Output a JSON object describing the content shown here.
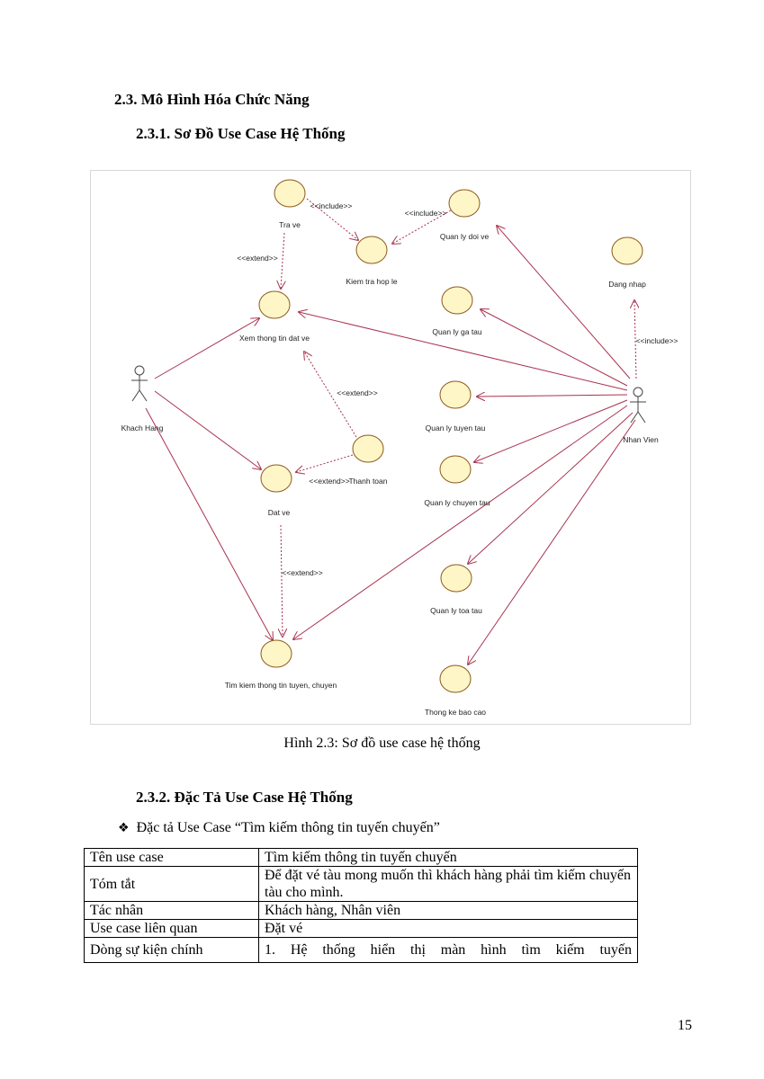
{
  "section_title": "2.3. Mô Hình Hóa Chức Năng",
  "subsection1_title": "2.3.1. Sơ Đồ Use Case Hệ Thống",
  "diagram": {
    "actors": [
      {
        "id": "khach",
        "label": "Khach Hang"
      },
      {
        "id": "nhan",
        "label": "Nhan Vien"
      }
    ],
    "use_cases": [
      {
        "id": "trave",
        "label": "Tra ve"
      },
      {
        "id": "kiemtra",
        "label": "Kiem tra hop le"
      },
      {
        "id": "doive",
        "label": "Quan ly doi ve"
      },
      {
        "id": "dangnhap",
        "label": "Dang nhap"
      },
      {
        "id": "xem",
        "label": "Xem thong tin dat ve"
      },
      {
        "id": "gatau",
        "label": "Quan ly ga tau"
      },
      {
        "id": "tuyentau",
        "label": "Quan ly tuyen tau"
      },
      {
        "id": "thanhtoan",
        "label": "Thanh toan"
      },
      {
        "id": "datve",
        "label": "Dat ve"
      },
      {
        "id": "chuyentau",
        "label": "Quan ly chuyen tau"
      },
      {
        "id": "toatau",
        "label": "Quan ly toa tau"
      },
      {
        "id": "timkiem",
        "label": "Tim kiem thong tin tuyen, chuyen"
      },
      {
        "id": "thongke",
        "label": "Thong ke bao cao"
      }
    ],
    "relations": [
      {
        "label": "<<include>>"
      },
      {
        "label": "<<include>>"
      },
      {
        "label": "<<extend>>"
      },
      {
        "label": "<<include>>"
      },
      {
        "label": "<<extend>>"
      },
      {
        "label": "<<extend>>"
      },
      {
        "label": "<<extend>>"
      }
    ],
    "colors": {
      "line": "#a8334f",
      "usecase_fill": "#fff6c8",
      "usecase_stroke": "#8c5a1a",
      "actor": "#444444"
    }
  },
  "caption": "Hình 2.3: Sơ đồ use case hệ thống",
  "subsection2_title": "2.3.2. Đặc Tả Use Case Hệ Thống",
  "bullet_text": "Đặc tả Use Case “Tìm kiếm thông tin tuyến chuyến”",
  "table": {
    "rows": [
      {
        "key": "Tên use case",
        "value": "Tìm kiếm thông tin tuyến chuyến"
      },
      {
        "key": "Tóm tắt",
        "value": "Để đặt vé tàu mong muốn thì khách hàng phải tìm kiếm chuyến tàu cho mình."
      },
      {
        "key": "Tác nhân",
        "value": "Khách hàng, Nhân viên"
      },
      {
        "key": "Use case liên quan",
        "value": "Đặt vé"
      },
      {
        "key": "Dòng sự kiện chính",
        "value": "1. Hệ thống hiển thị màn hình tìm kiếm tuyến"
      }
    ]
  },
  "page_number": "15"
}
